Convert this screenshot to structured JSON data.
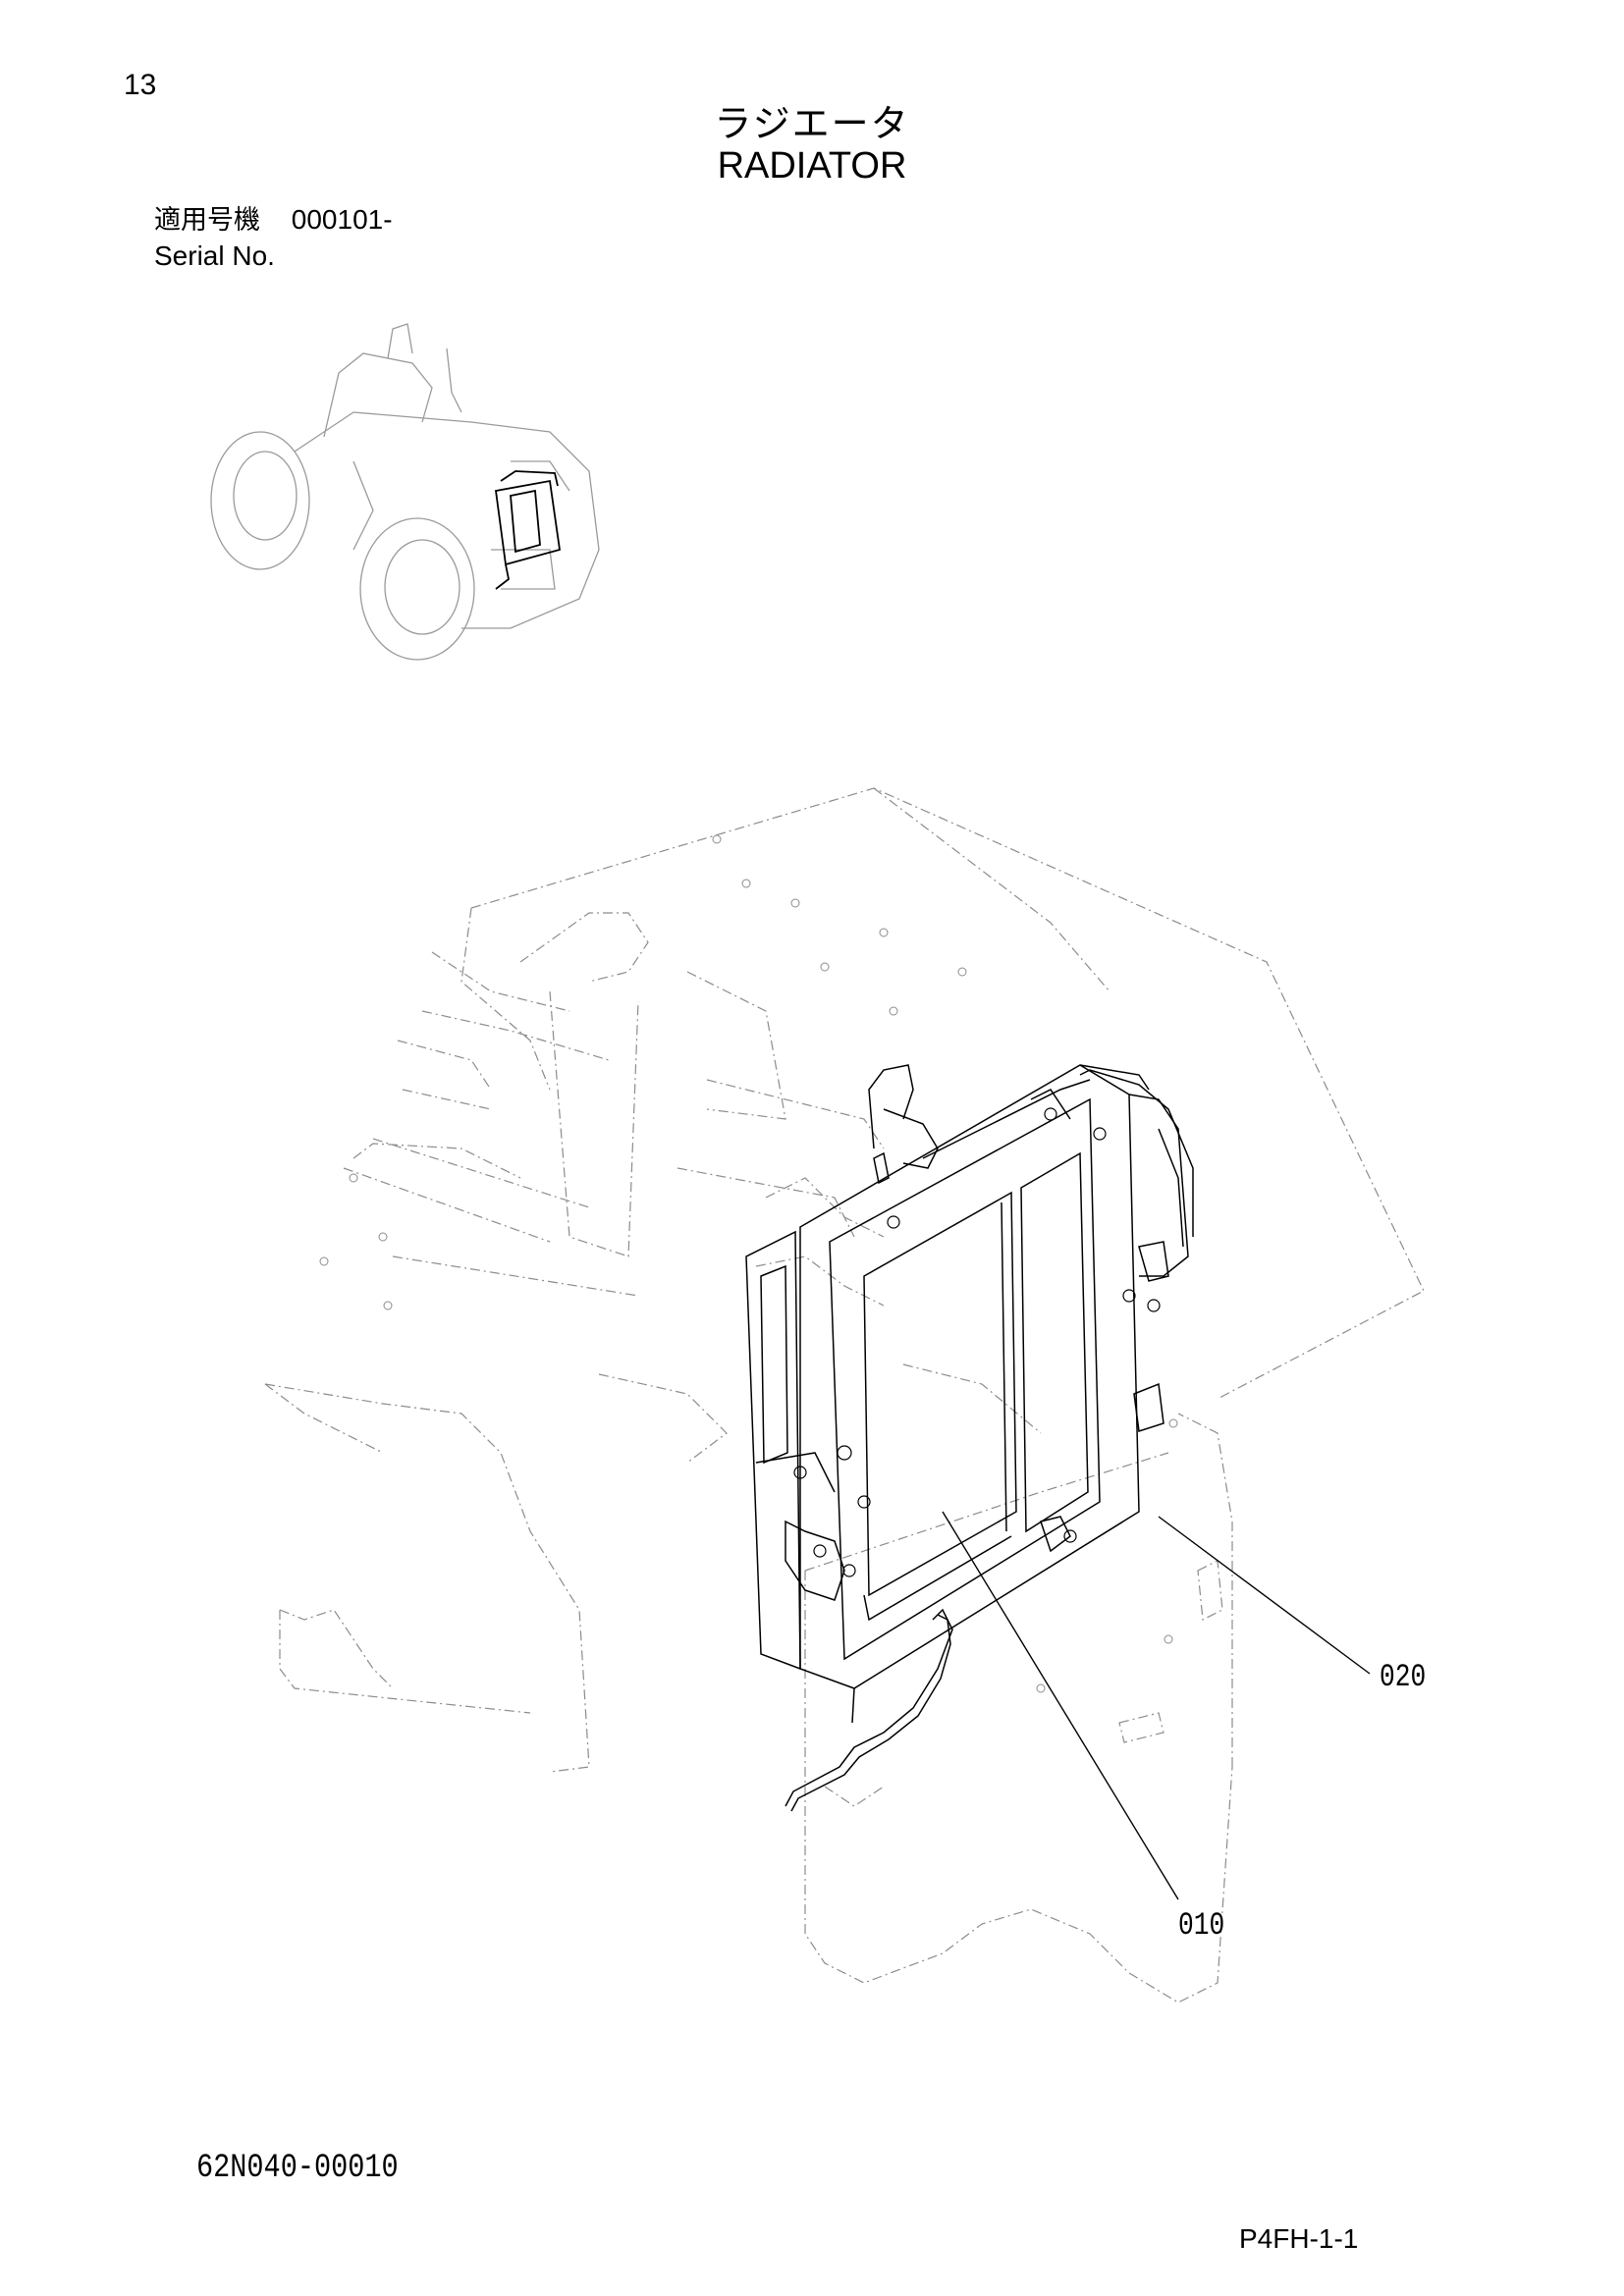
{
  "page": {
    "number": "13",
    "title_jp": "ラジエータ",
    "title_en": "RADIATOR"
  },
  "serial": {
    "label_jp": "適用号機",
    "value": "000101-",
    "label_en": "Serial No."
  },
  "callouts": {
    "item_020": "020",
    "item_010": "010"
  },
  "footer": {
    "drawing_code": "62N040-00010",
    "sheet_code": "P4FH-1-1"
  }
}
